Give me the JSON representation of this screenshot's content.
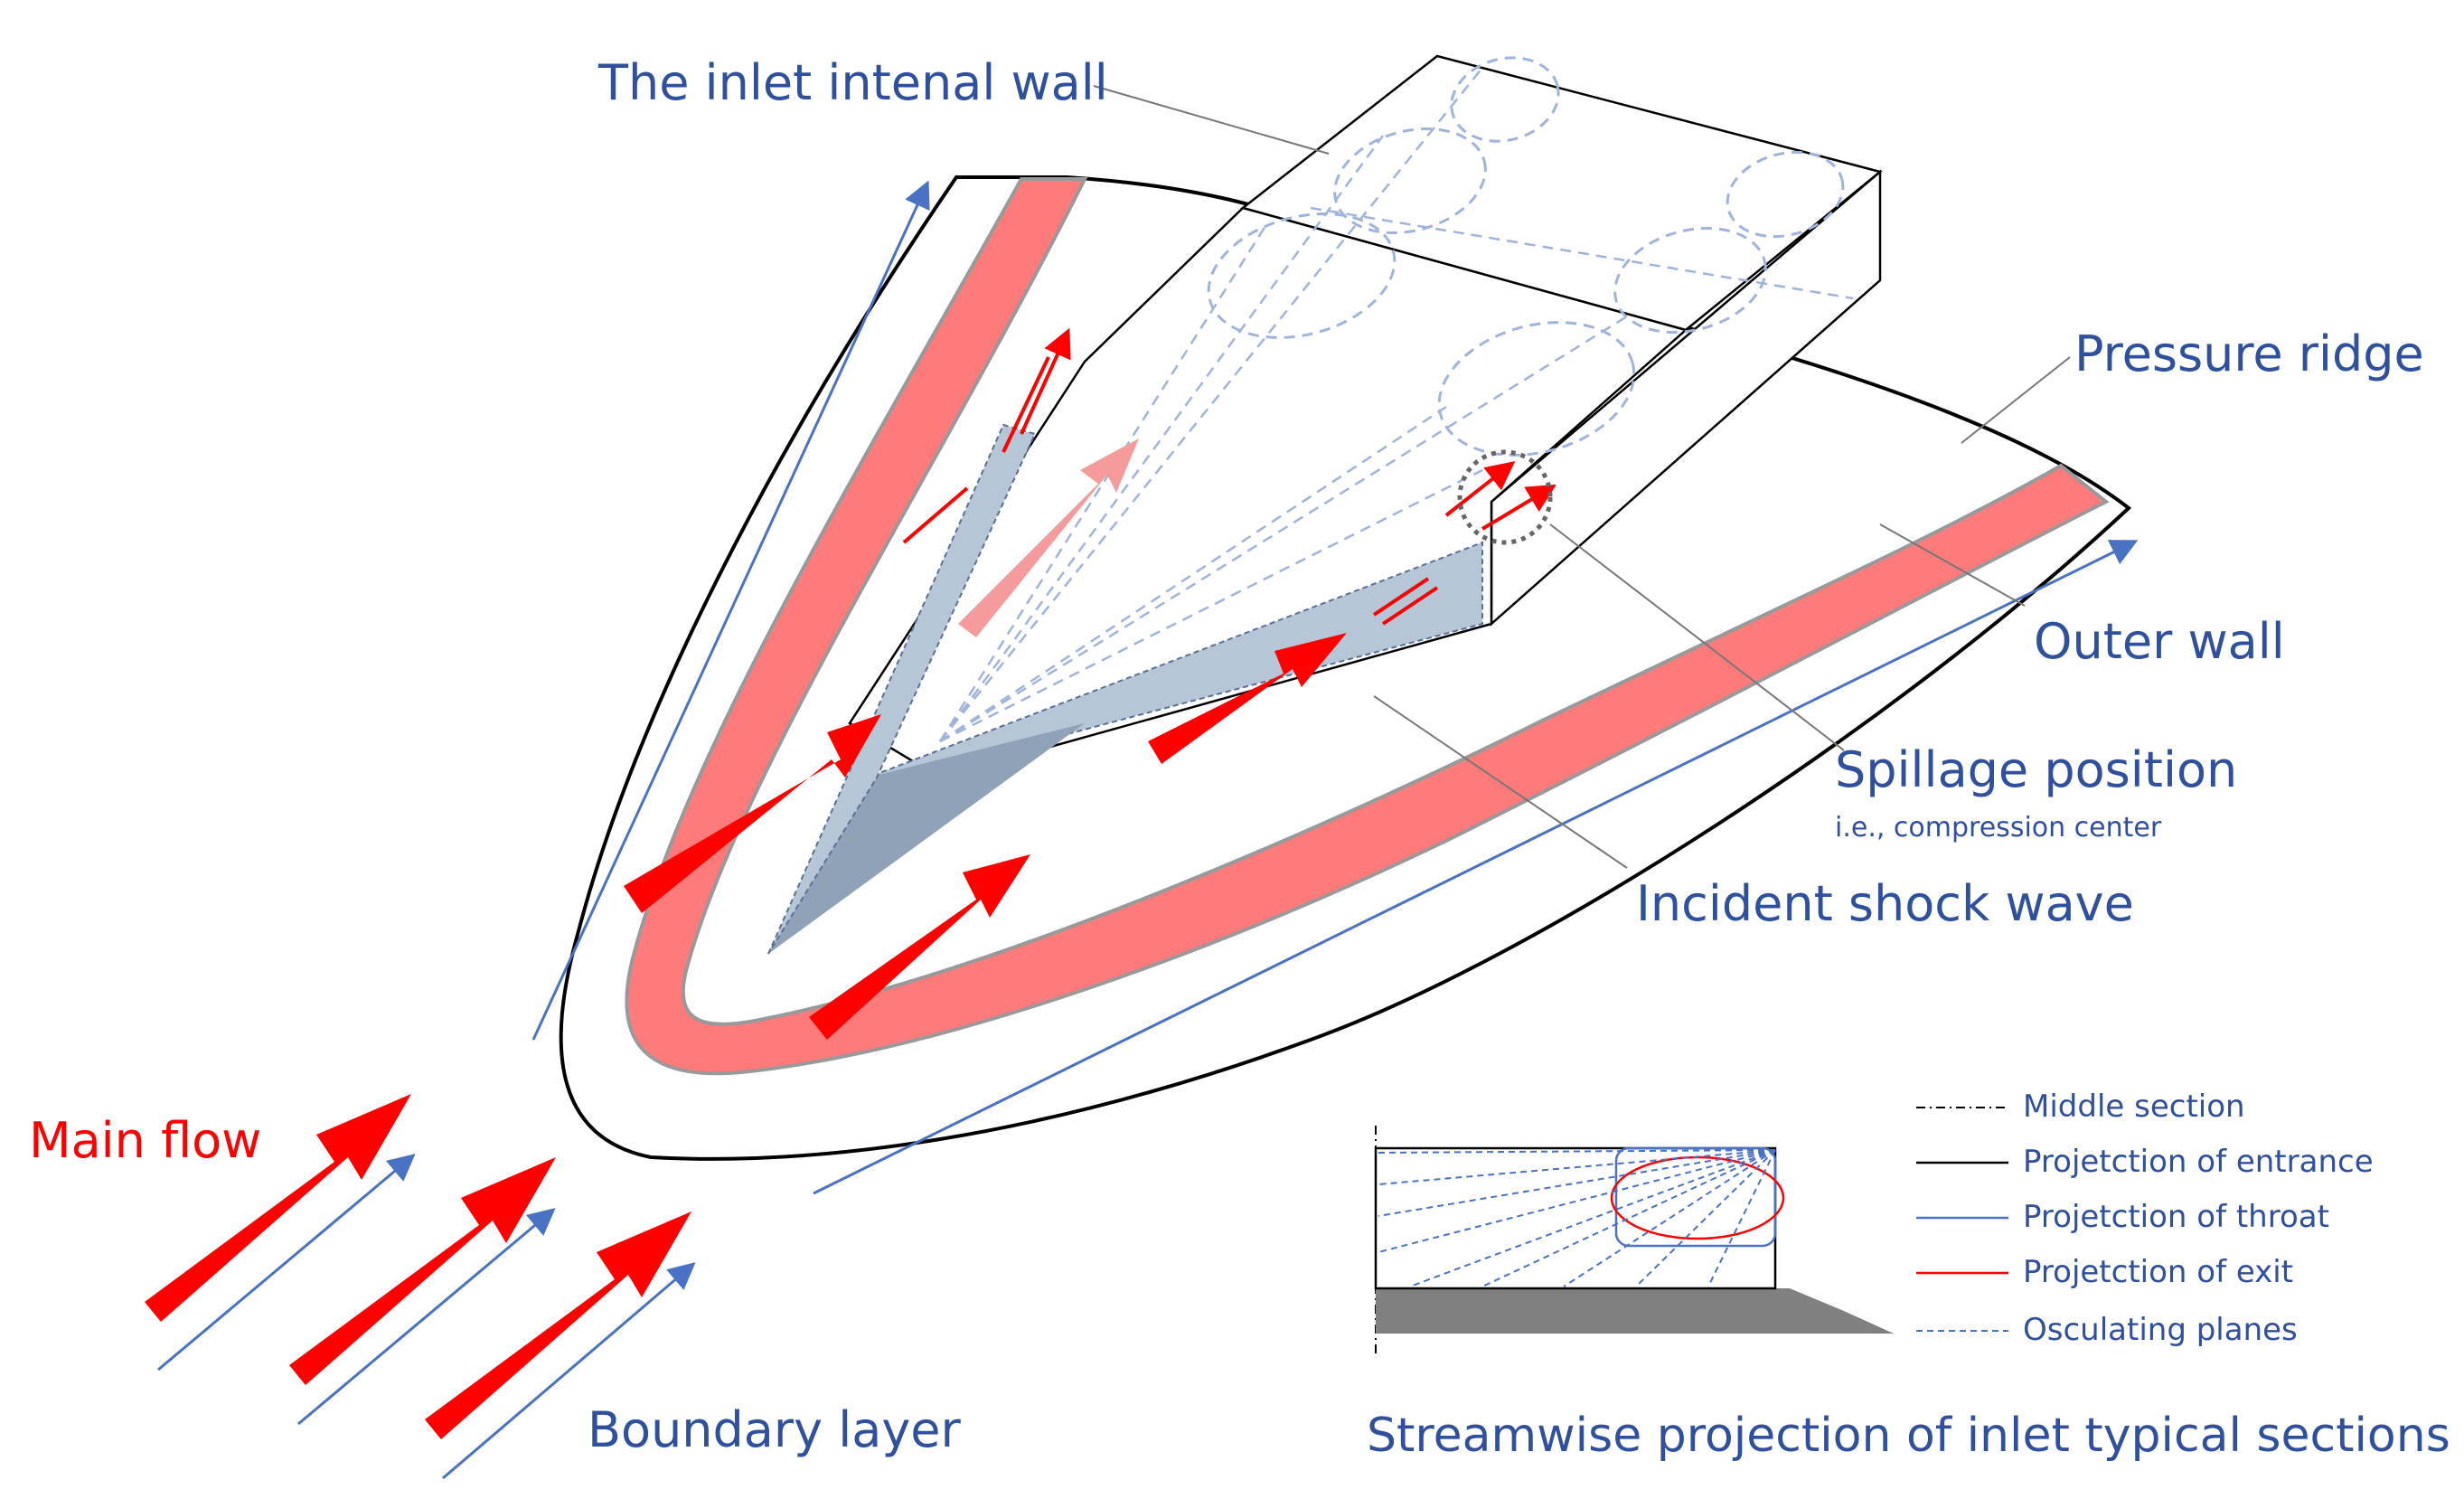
{
  "labels": {
    "inlet_internal_wall": "The inlet intenal wall",
    "pressure_ridge": "Pressure ridge",
    "outer_wall": "Outer wall",
    "spillage_position": "Spillage position",
    "spillage_note": "i.e., compression center",
    "incident_shock_wave": "Incident shock wave",
    "main_flow": "Main flow",
    "boundary_layer": "Boundary layer"
  },
  "inset": {
    "caption": "Streamwise projection of inlet typical sections",
    "legend": [
      {
        "label": "Middle section",
        "style": "dash-dot",
        "color": "#000000"
      },
      {
        "label": "Projetction of entrance",
        "style": "solid",
        "color": "#000000"
      },
      {
        "label": "Projetction of throat",
        "style": "solid",
        "color": "#4a72c4"
      },
      {
        "label": "Projetction of exit",
        "style": "solid",
        "color": "#ff0000"
      },
      {
        "label": "Osculating planes",
        "style": "dashed",
        "color": "#4a72c4"
      }
    ]
  },
  "colors": {
    "flow_arrow": "#ff0000",
    "boundary_layer_band": "#ff7b7b",
    "text_blue": "#2f4f9f",
    "line_blue": "#4a72c4",
    "shock_fill": "#b7c6d6"
  }
}
